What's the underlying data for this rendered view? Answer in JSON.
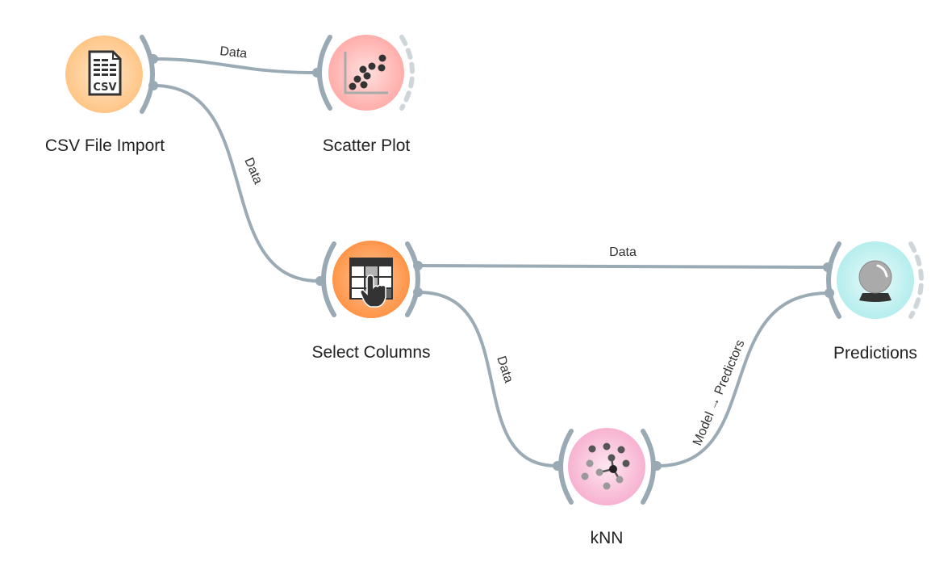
{
  "canvas": {
    "title": "Orange workflow canvas"
  },
  "nodes": [
    {
      "id": "csv",
      "label": "CSV File Import",
      "icon": "csv-file-icon",
      "color": "#ffc27a",
      "color_light": "#ffe7cc",
      "has_input": false,
      "has_output": true
    },
    {
      "id": "scatter",
      "label": "Scatter Plot",
      "icon": "scatter-plot-icon",
      "color": "#ffaaa6",
      "color_light": "#ffe0de",
      "has_input": true,
      "has_output": false
    },
    {
      "id": "select",
      "label": "Select Columns",
      "icon": "select-columns-icon",
      "color": "#ff9a4d",
      "color_light": "#ffc89e",
      "has_input": true,
      "has_output": true
    },
    {
      "id": "predictions",
      "label": "Predictions",
      "icon": "crystal-ball-icon",
      "color": "#b8eeee",
      "color_light": "#e5fafa",
      "has_input": true,
      "has_output": false
    },
    {
      "id": "knn",
      "label": "kNN",
      "icon": "knn-icon",
      "color": "#f8b4d2",
      "color_light": "#fde3ef",
      "has_input": true,
      "has_output": true
    }
  ],
  "links": [
    {
      "from": "csv",
      "to": "scatter",
      "label": "Data"
    },
    {
      "from": "csv",
      "to": "select",
      "label": "Data"
    },
    {
      "from": "select",
      "to": "predictions",
      "label": "Data"
    },
    {
      "from": "select",
      "to": "knn",
      "label": "Data"
    },
    {
      "from": "knn",
      "to": "predictions",
      "label": "Model → Predictors"
    }
  ],
  "csv_icon_text": "CSV",
  "colors": {
    "link": "#9babb5",
    "arc": "#9aaab4",
    "arc_unconnected": "#cfd6da",
    "icon_dark": "#333333"
  }
}
